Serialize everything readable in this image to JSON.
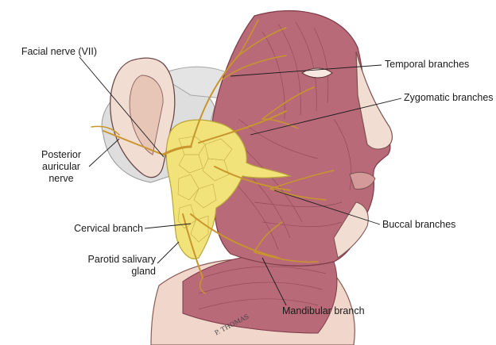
{
  "figure": {
    "labels": {
      "facial_nerve": "Facial nerve (VII)",
      "temporal": "Temporal branches",
      "zygomatic": "Zygomatic branches",
      "posterior_auricular_1": "Posterior",
      "posterior_auricular_2": "auricular",
      "posterior_auricular_3": "nerve",
      "buccal": "Buccal branches",
      "cervical": "Cervical branch",
      "parotid_1": "Parotid salivary",
      "parotid_2": "gland",
      "mandibular": "Mandibular branch"
    },
    "signature": "P. THOMAS"
  },
  "colors": {
    "muscle": "#b86a78",
    "muscle_dark": "#8c4452",
    "skin": "#f2ddd2",
    "gland": "#f1e27a",
    "gland_edge": "#b8a43a",
    "nerve": "#c8952c",
    "bone": "#d9d9d9",
    "leader": "#1a1a1a"
  }
}
